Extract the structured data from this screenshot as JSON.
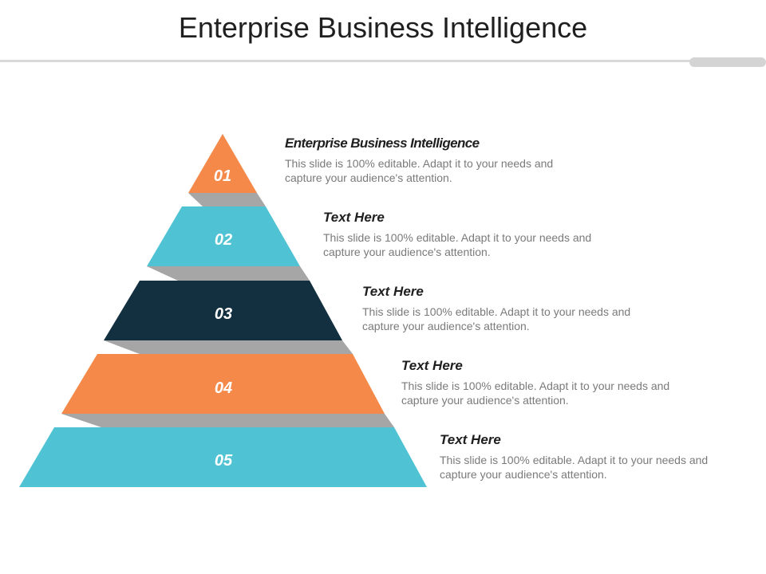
{
  "title": "Enterprise Business Intelligence",
  "colors": {
    "orange": "#f5894a",
    "teal": "#4fc3d3",
    "navy": "#12303f",
    "shadow": "#a6a6a6",
    "title_rule": "#d9d9d9"
  },
  "levels": [
    {
      "number": "01",
      "heading": "Enterprise Business Intelligence",
      "body": "This slide is 100% editable. Adapt it to your needs and capture your audience's attention.",
      "color": "#f5894a"
    },
    {
      "number": "02",
      "heading": "Text Here",
      "body": "This slide is 100% editable. Adapt it to your needs and capture your audience's attention.",
      "color": "#4fc3d3"
    },
    {
      "number": "03",
      "heading": "Text Here",
      "body": "This slide is 100% editable. Adapt it to your needs and capture your audience's attention.",
      "color": "#12303f"
    },
    {
      "number": "04",
      "heading": "Text Here",
      "body": "This slide is 100% editable. Adapt it to your needs and capture your audience's attention.",
      "color": "#f5894a"
    },
    {
      "number": "05",
      "heading": "Text Here",
      "body": "This slide is 100% editable. Adapt it to your needs and capture your audience's attention.",
      "color": "#4fc3d3"
    }
  ]
}
